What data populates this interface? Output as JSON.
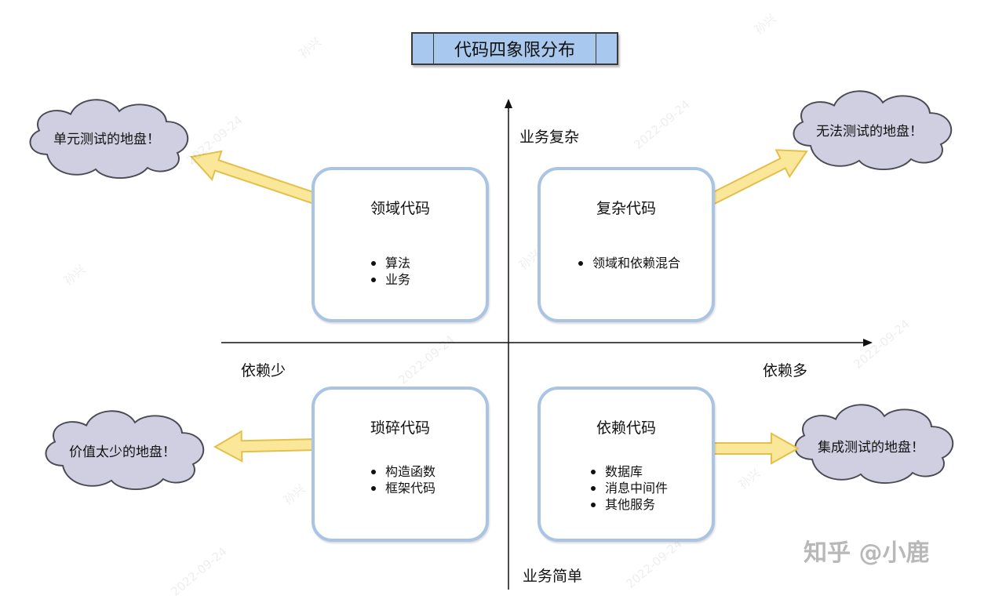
{
  "title": "代码四象限分布",
  "axes": {
    "top": "业务复杂",
    "bottom": "业务简单",
    "left": "依赖少",
    "right": "依赖多"
  },
  "quadrants": {
    "top_left": {
      "title": "领域代码",
      "items": [
        "算法",
        "业务"
      ]
    },
    "top_right": {
      "title": "复杂代码",
      "items": [
        "领域和依赖混合"
      ]
    },
    "bottom_left": {
      "title": "琐碎代码",
      "items": [
        "构造函数",
        "框架代码"
      ]
    },
    "bottom_right": {
      "title": "依赖代码",
      "items": [
        "数据库",
        "消息中间件",
        "其他服务"
      ]
    }
  },
  "clouds": {
    "top_left": "单元测试的地盘！",
    "top_right": "无法测试的地盘！",
    "bottom_left": "价值太少的地盘！",
    "bottom_right": "集成测试的地盘！"
  },
  "watermark": {
    "name": "孙兴",
    "date": "2022-09-24"
  },
  "brand": "知乎 @小鹿",
  "colors": {
    "title_fill": "#a9c8ee",
    "quadrant_border": "#a9c4e4",
    "arrow_fill": "#fbe79a",
    "arrow_stroke": "#e2c04a",
    "cloud_fill": "#d0cfe1",
    "cloud_stroke": "#4a4a55"
  }
}
